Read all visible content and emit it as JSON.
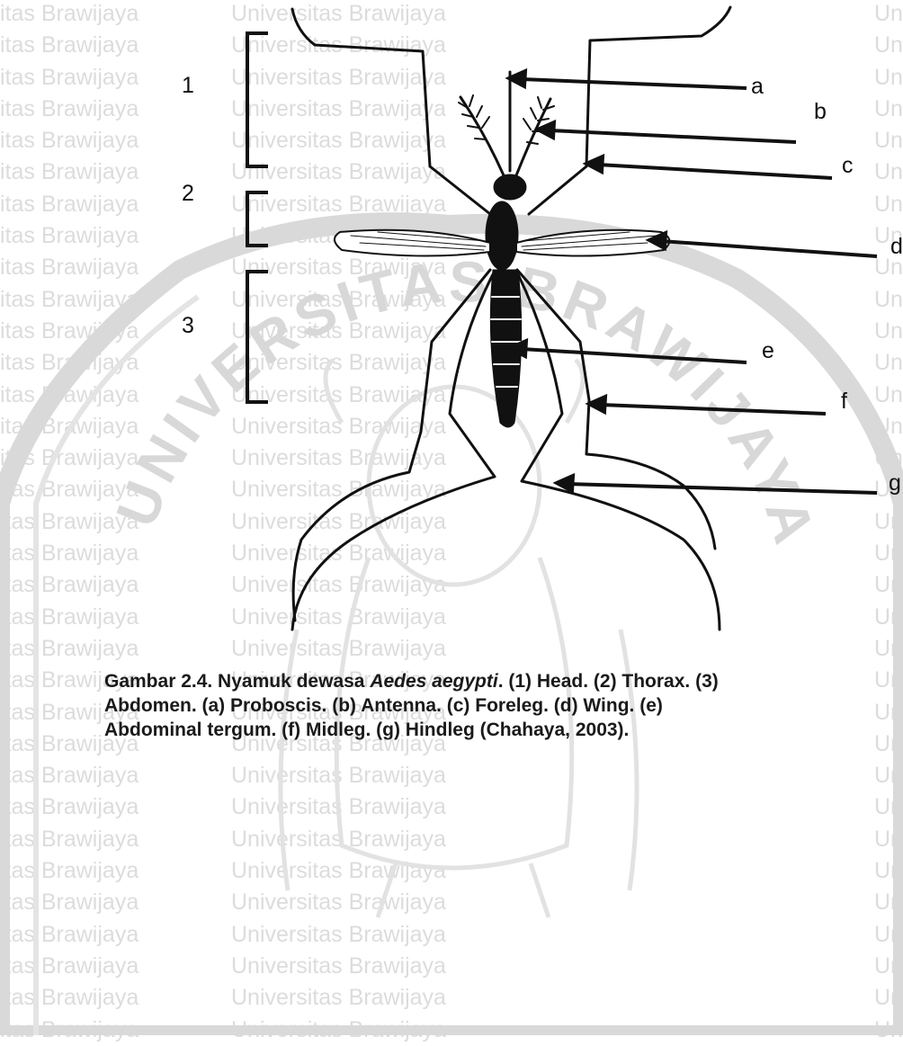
{
  "watermark": {
    "left_text": "itas Brawijaya",
    "mid_text": "Universitas Brawijaya",
    "right_text": "Un",
    "arc_text": "UNIVERSITAS BRAWIJAYA",
    "color": "#dcdcdc"
  },
  "labels": {
    "section_1": "1",
    "section_2": "2",
    "section_3": "3",
    "a": "a",
    "b": "b",
    "c": "c",
    "d": "d",
    "e": "e",
    "f": "f",
    "g": "g"
  },
  "caption": {
    "prefix": "Gambar 2.4. Nyamuk dewasa ",
    "species": "Aedes aegypti",
    "line1_rest": ". (1) Head. (2) Thorax. (3)",
    "line2": "Abdomen. (a) Proboscis. (b) Antenna. (c) Foreleg. (d) Wing. (e)",
    "line3": "Abdominal tergum. (f) Midleg. (g) Hindleg (Chahaya, 2003)."
  }
}
